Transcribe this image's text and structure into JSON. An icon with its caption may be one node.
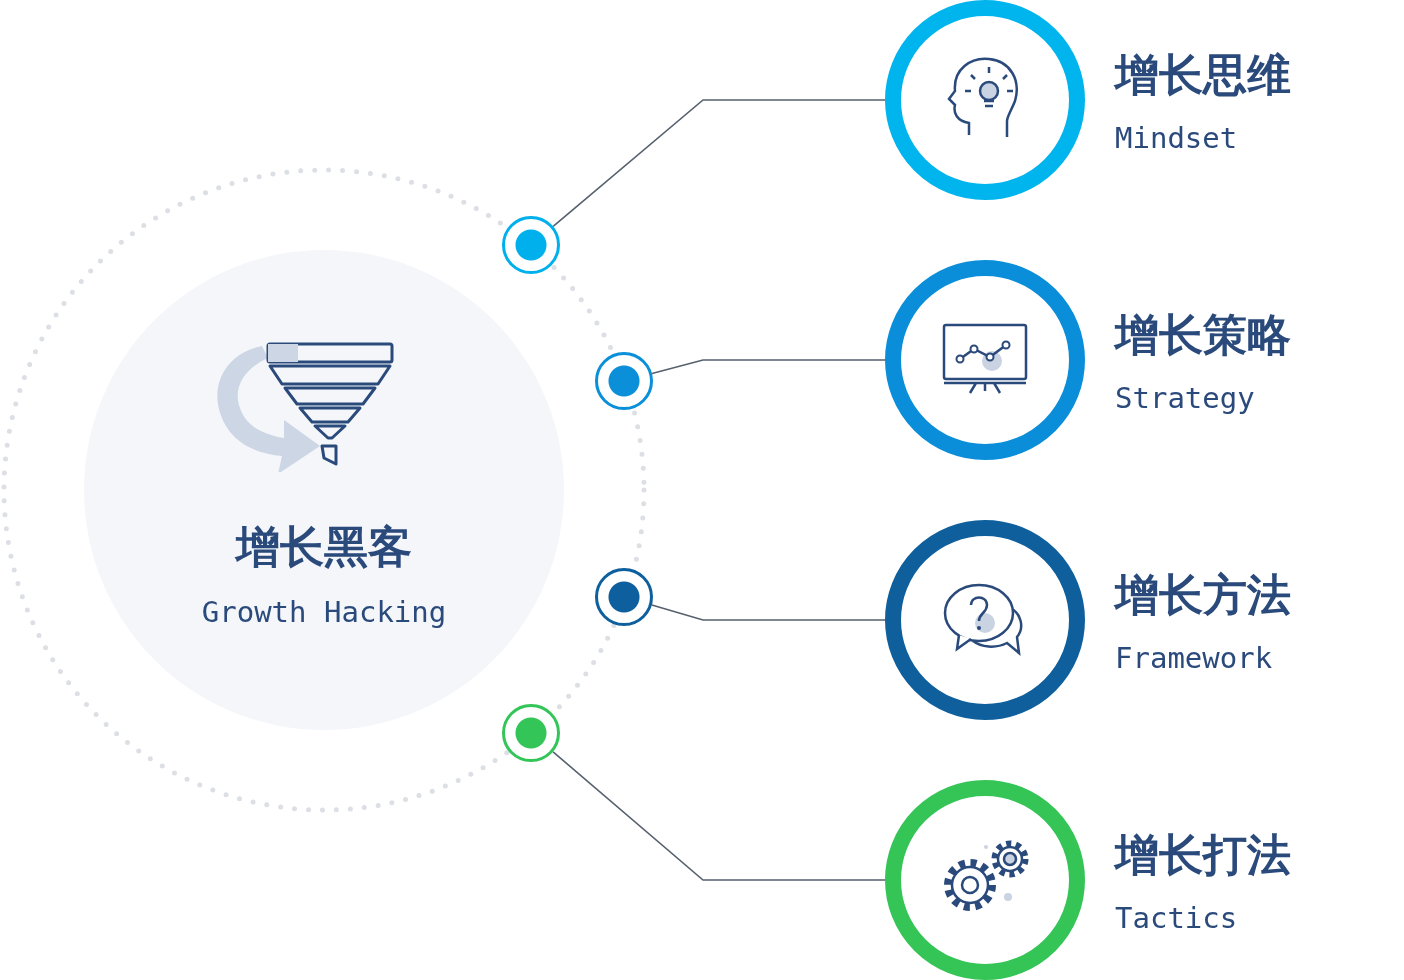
{
  "diagram": {
    "nodes": [
      {
        "text": [
          "增长黑客",
          "Growth Hacking"
        ]
      },
      {
        "text": [],
        "shape": "circle"
      },
      {
        "text": [],
        "shape": "circle"
      },
      {
        "text": [],
        "shape": "circle"
      },
      {
        "text": [],
        "shape": "circle"
      },
      {
        "text": [
          "增长思维",
          "Mindset"
        ]
      },
      {
        "text": [
          "增长策略",
          "Strategy"
        ]
      },
      {
        "text": [
          "增长方法",
          "Framework"
        ]
      },
      {
        "text": [
          "增长打法",
          "Tactics"
        ]
      }
    ],
    "edges": [
      {
        "from": 1,
        "to": 5,
        "arrow": "none"
      },
      {
        "from": 2,
        "to": 6,
        "arrow": "none"
      },
      {
        "from": 3,
        "to": 7,
        "arrow": "none"
      },
      {
        "from": 4,
        "to": 8,
        "arrow": "none"
      }
    ]
  }
}
